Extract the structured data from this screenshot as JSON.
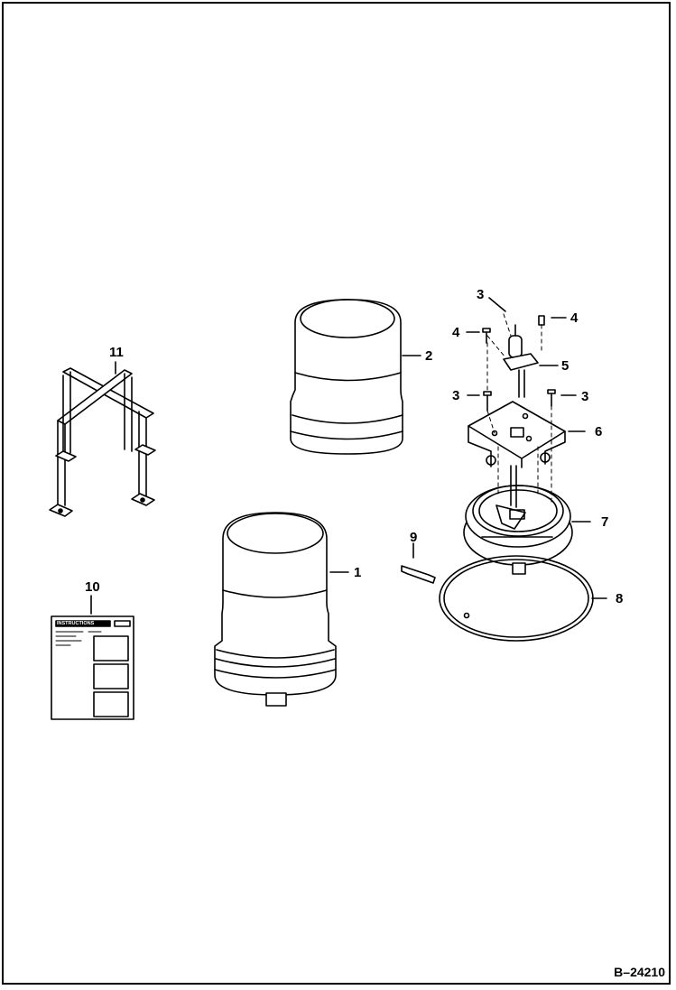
{
  "figure_id": "B–24210",
  "callouts": {
    "c1": "1",
    "c2": "2",
    "c3a": "3",
    "c3b": "3",
    "c3c": "3",
    "c4a": "4",
    "c4b": "4",
    "c5": "5",
    "c6": "6",
    "c7": "7",
    "c8": "8",
    "c9": "9",
    "c10": "10",
    "c11": "11"
  },
  "instructions_sheet": {
    "title": "INSTRUCTIONS"
  },
  "colors": {
    "line": "#000000",
    "background": "#ffffff"
  }
}
